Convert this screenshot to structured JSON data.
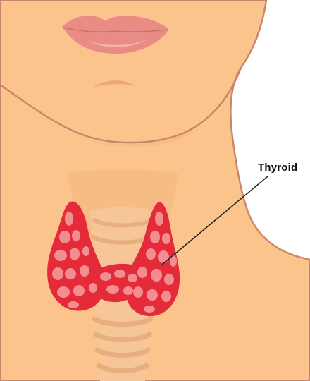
{
  "label": {
    "thyroid": "Thyroid"
  },
  "colors": {
    "skin": "#FBC48C",
    "skin_shadow": "#F2B27A",
    "outline": "#C9876A",
    "lips": "#E98C86",
    "lip_highlight": "#F4B3A8",
    "gland": "#E52A3A",
    "gland_lobule": "#F6A0A0",
    "trachea": "#F7C698",
    "trachea_ring_shadow": "#E9AE7E",
    "leader_line": "#222222",
    "background": "#FFFFFF"
  },
  "icons": [
    "face-lips",
    "chin",
    "neck",
    "trachea",
    "thyroid-gland",
    "callout-leader-line"
  ]
}
